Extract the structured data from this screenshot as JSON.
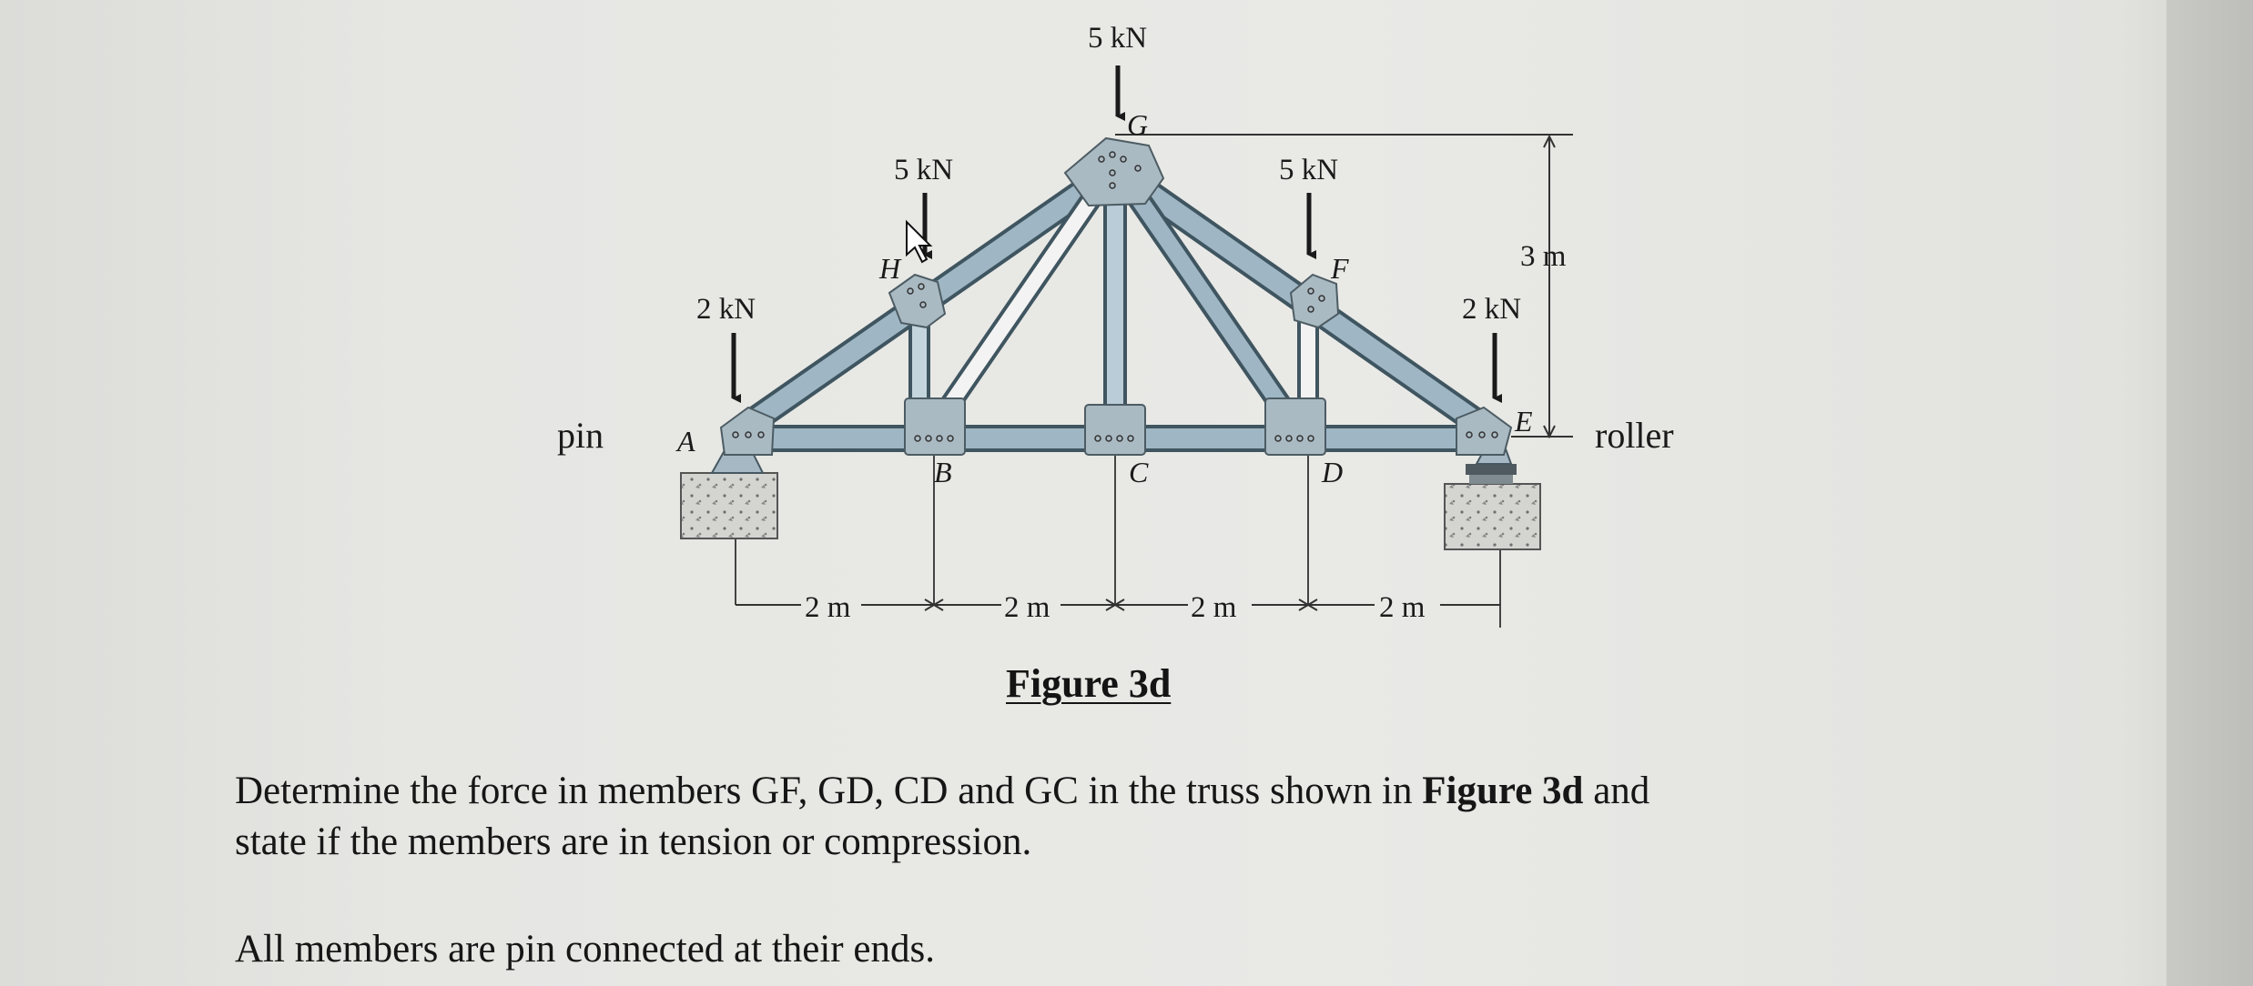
{
  "figure": {
    "caption": "Figure 3d",
    "support_left": "pin",
    "support_right": "roller",
    "loads": {
      "top": "5 kN",
      "left_upper": "5 kN",
      "right_upper": "5 kN",
      "left_end": "2 kN",
      "right_end": "2 kN"
    },
    "nodes": {
      "A": "A",
      "B": "B",
      "C": "C",
      "D": "D",
      "E": "E",
      "F": "F",
      "G": "G",
      "H": "H"
    },
    "dimensions": {
      "height": "3 m",
      "span_1": "2 m",
      "span_2": "2 m",
      "span_3": "2 m",
      "span_4": "2 m"
    }
  },
  "question": {
    "text_before": "Determine the force in members GF, GD, CD and GC in the truss shown in ",
    "bold_ref": "Figure 3d",
    "text_after": " and state if the members are in tension or compression."
  },
  "note": "All members are pin connected at their ends."
}
